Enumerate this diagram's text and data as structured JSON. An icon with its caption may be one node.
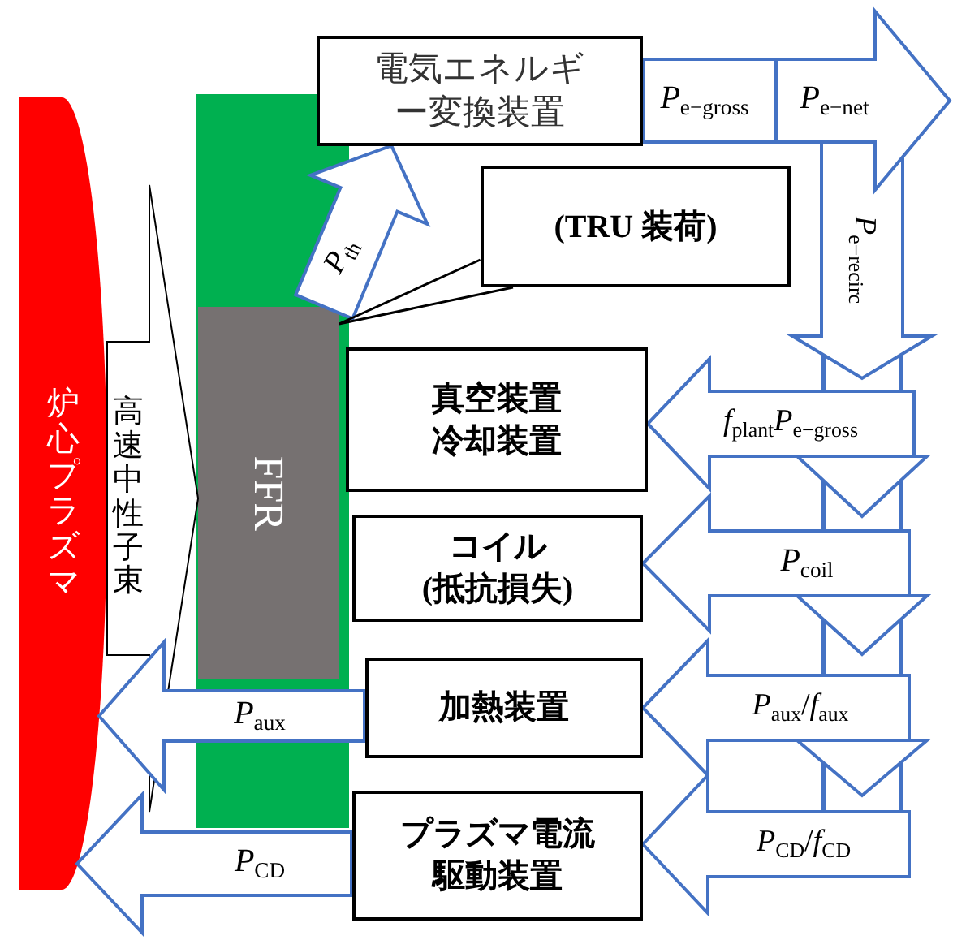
{
  "diagram": {
    "nodes": [
      {
        "text": [
          "炉心プラズマ"
        ]
      },
      {
        "text": [],
        "shape": "box"
      },
      {
        "text": [
          "FFR"
        ],
        "in": 1
      },
      {
        "text": [
          "電気エネルギー変換装置"
        ]
      },
      {
        "text": [
          "(TRU 装荷)"
        ]
      },
      {
        "text": [
          "真空装置",
          "冷却装置"
        ]
      },
      {
        "text": [
          "コイル",
          "(抵抗損失)"
        ]
      },
      {
        "text": [
          "加熱装置"
        ]
      },
      {
        "text": [
          "プラズマ電流",
          "駆動装置"
        ]
      }
    ],
    "edges": [
      {
        "from": 0,
        "to": 2,
        "arrow": "to",
        "label": "高速中性子束",
        "color": "#000000"
      },
      {
        "from": 2,
        "to": 3,
        "arrow": "to",
        "label": "*P*$_{th}$"
      },
      {
        "from": 3,
        "to": null,
        "arrow": "to",
        "label": "*P*$_{e−net}$"
      },
      {
        "from": null,
        "to": 5,
        "arrow": "to",
        "label": "*f*$_{plant}$*P*$_{e−gross}$"
      },
      {
        "from": null,
        "to": 6,
        "arrow": "to",
        "label": "*P*$_{coil}$"
      },
      {
        "from": null,
        "to": 7,
        "arrow": "to",
        "label": "*P*$_{aux}$/*f*$_{aux}$"
      },
      {
        "from": null,
        "to": 8,
        "arrow": "to",
        "label": "*P*$_{CD}$/*f*$_{CD}$"
      },
      {
        "from": 7,
        "to": 0,
        "arrow": "to",
        "label": "*P*$_{aux}$"
      },
      {
        "from": 8,
        "to": 0,
        "arrow": "to",
        "label": "*P*$_{CD}$"
      },
      {
        "from": 4,
        "to": 2,
        "arrow": "none"
      }
    ],
    "labels": [
      "*P*$_{e−gross}$",
      "*P*$_{e−recirc}$"
    ]
  }
}
